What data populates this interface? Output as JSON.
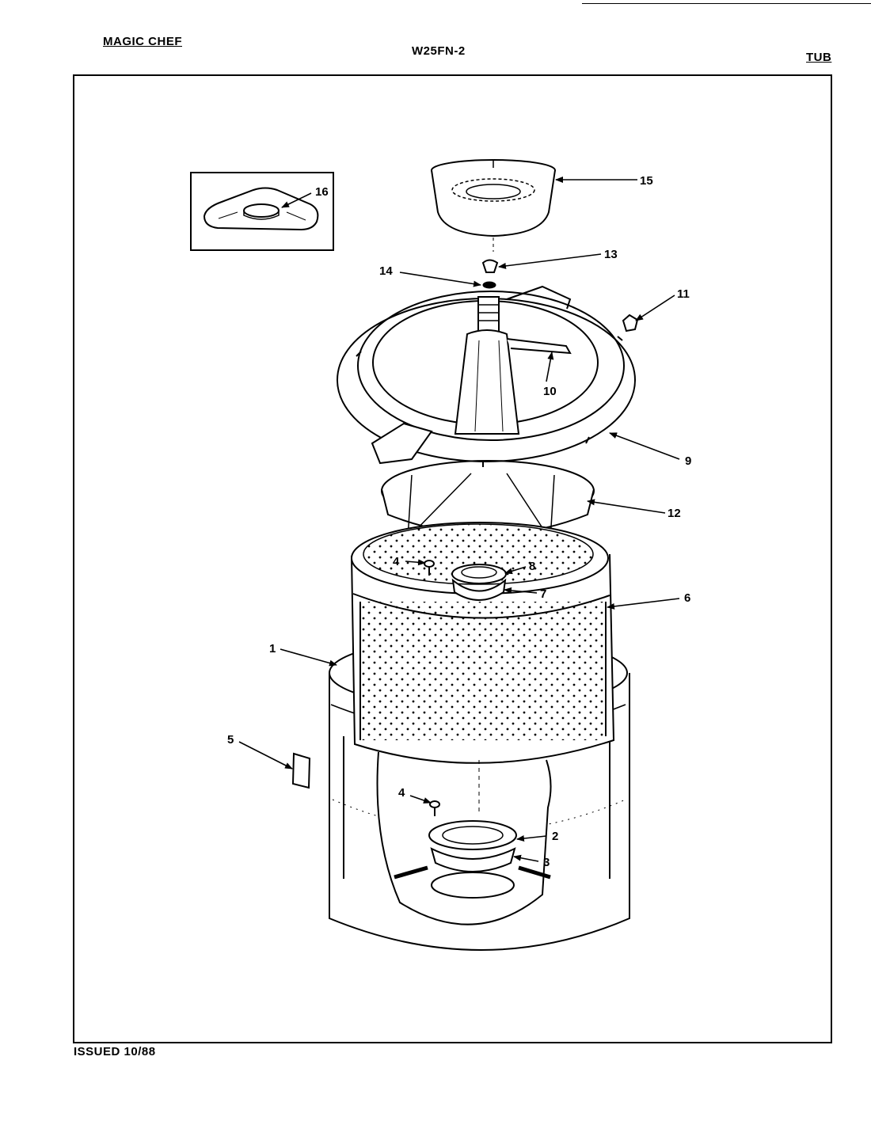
{
  "header": {
    "brand": "MAGIC CHEF",
    "model": "W25FN-2",
    "section": "TUB"
  },
  "footer": {
    "issued": "ISSUED 10/88"
  },
  "callouts": {
    "c1": "1",
    "c2": "2",
    "c3": "3",
    "c4a": "4",
    "c4b": "4",
    "c5": "5",
    "c6": "6",
    "c7": "7",
    "c8": "8",
    "c9": "9",
    "c10": "10",
    "c11": "11",
    "c12": "12",
    "c13": "13",
    "c14": "14",
    "c15": "15",
    "c16": "16"
  }
}
